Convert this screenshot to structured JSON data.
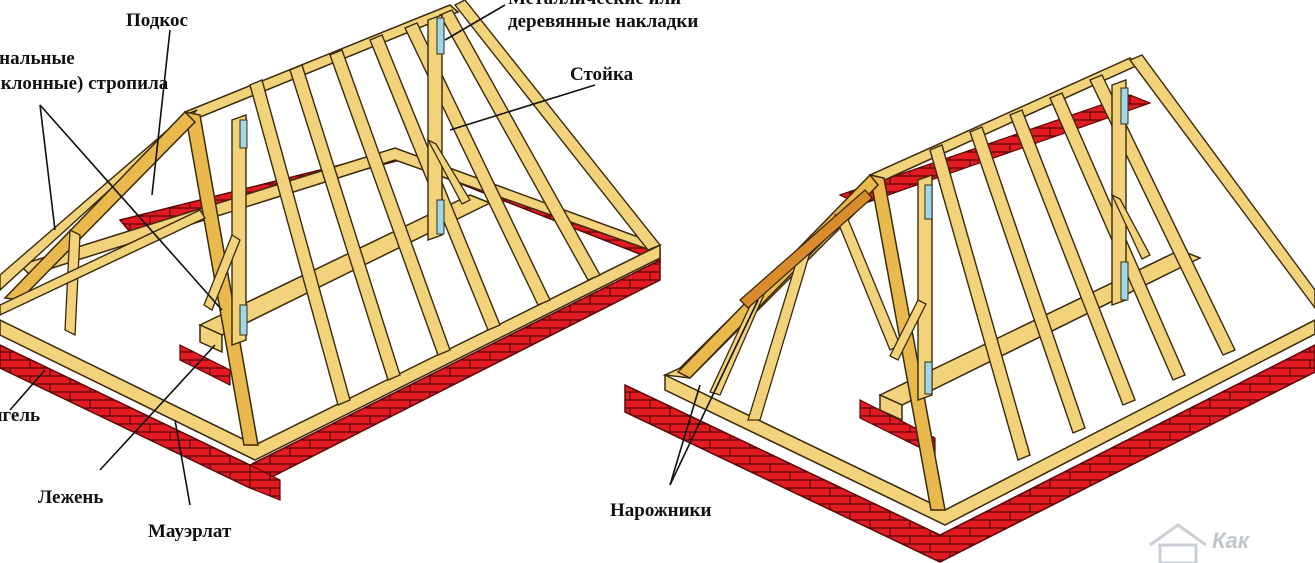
{
  "colors": {
    "wood": "#f2d27a",
    "wood_dark": "#e9b94d",
    "wood_edge": "#3a2a0a",
    "wood_accent": "#d98c2e",
    "brick": "#e21b23",
    "brick_edge": "#5a0606",
    "plate": "#9ed8ec",
    "leader": "#111111"
  },
  "labels": {
    "podkos": "Подкос",
    "plates_line1": "Металлические или",
    "plates_line2": "деревянные накладки",
    "stoyka": "Стойка",
    "diag_line1": "Диагональные",
    "diag_line2": "(наклонные) стропила",
    "rigel": "Ригель",
    "lezhen": "Лежень",
    "mauerlat": "Мауэрлат",
    "narozhniki": "Нарожники"
  },
  "watermark": {
    "text": "Как",
    "icon": "house-logo-icon"
  }
}
